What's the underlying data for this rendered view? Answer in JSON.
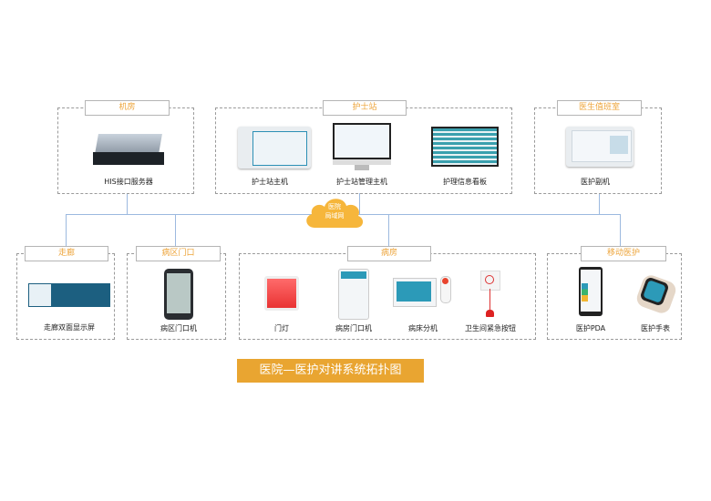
{
  "title": "医院—医护对讲系统拓扑图",
  "network": {
    "line1": "医院",
    "line2": "局域网"
  },
  "groups": {
    "server_room": {
      "label": "机房",
      "devices": [
        "HIS接口服务器"
      ]
    },
    "nurse_station": {
      "label": "护士站",
      "devices": [
        "护士站主机",
        "护士站管理主机",
        "护理信息看板"
      ]
    },
    "duty_room": {
      "label": "医生值班室",
      "devices": [
        "医护副机"
      ]
    },
    "corridor": {
      "label": "走廊",
      "devices": [
        "走廊双面显示屏"
      ]
    },
    "ward_entrance": {
      "label": "病区门口",
      "devices": [
        "病区门口机"
      ]
    },
    "ward": {
      "label": "病房",
      "devices": [
        "门灯",
        "病房门口机",
        "病床分机",
        "卫生间紧急按钮"
      ]
    },
    "mobile": {
      "label": "移动医护",
      "devices": [
        "医护PDA",
        "医护手表"
      ]
    }
  },
  "colors": {
    "accent": "#e9a531",
    "line": "#9cb9df",
    "label_text": "#eda43a"
  }
}
